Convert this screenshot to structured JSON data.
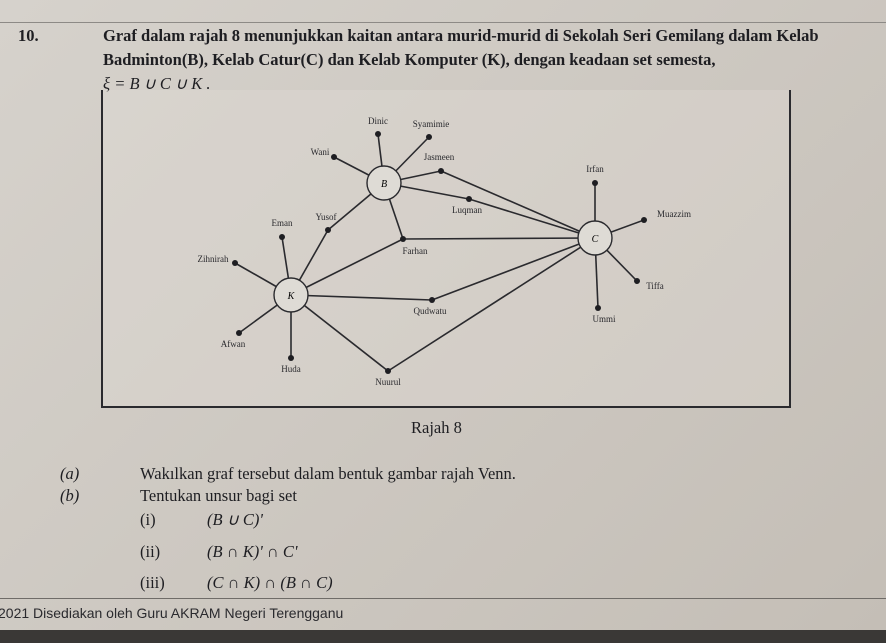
{
  "question": {
    "number": "10.",
    "line1": "Graf dalam rajah 8 menunjukkan kaitan antara murid-murid di Sekolah Seri Gemilang dalam  Kelab",
    "line2": "Badminton(B), Kelab Catur(C) dan Kelab Komputer (K), dengan keadaan set semesta,",
    "universal_set": "ξ = B ∪ C ∪ K ."
  },
  "figure": {
    "caption": "Rajah 8",
    "hubs": [
      "B",
      "C",
      "K"
    ],
    "students": [
      "Dinic",
      "Syamimie",
      "Wani",
      "Jasmeen",
      "Luqman",
      "Yusof",
      "Eman",
      "Farhan",
      "Zihnirah",
      "Qudwatu",
      "Afwan",
      "Huda",
      "Nuurul",
      "Irfan",
      "Muazzim",
      "Tiffa",
      "Ummi"
    ],
    "edges": [
      [
        "B",
        "Dinic"
      ],
      [
        "B",
        "Syamimie"
      ],
      [
        "B",
        "Wani"
      ],
      [
        "B",
        "Jasmeen"
      ],
      [
        "Jasmeen",
        "C"
      ],
      [
        "B",
        "Luqman"
      ],
      [
        "Luqman",
        "C"
      ],
      [
        "B",
        "Yusof"
      ],
      [
        "Yusof",
        "K"
      ],
      [
        "B",
        "Farhan"
      ],
      [
        "Farhan",
        "C"
      ],
      [
        "Farhan",
        "K"
      ],
      [
        "K",
        "Eman"
      ],
      [
        "K",
        "Zihnirah"
      ],
      [
        "K",
        "Afwan"
      ],
      [
        "K",
        "Huda"
      ],
      [
        "K",
        "Qudwatu"
      ],
      [
        "Qudwatu",
        "C"
      ],
      [
        "K",
        "Nuurul"
      ],
      [
        "Nuurul",
        "C"
      ],
      [
        "C",
        "Irfan"
      ],
      [
        "C",
        "Muazzim"
      ],
      [
        "C",
        "Tiffa"
      ],
      [
        "C",
        "Ummi"
      ]
    ]
  },
  "parts": {
    "a_label": "(a)",
    "a_text": "Wakılkan graf  tersebut dalam bentuk gambar  rajah Venn.",
    "b_label": "(b)",
    "b_text": "Tentukan unsur bagi set",
    "sub": [
      {
        "label": "(i)",
        "expr": "(B ∪ C)'"
      },
      {
        "label": "(ii)",
        "expr": "(B ∩ K)' ∩ C'"
      },
      {
        "label": "(iii)",
        "expr": "(C ∩ K) ∩ (B ∩ C)"
      }
    ]
  },
  "footer": "2021 Disediakan oleh Guru AKRAM Negeri Terengganu"
}
